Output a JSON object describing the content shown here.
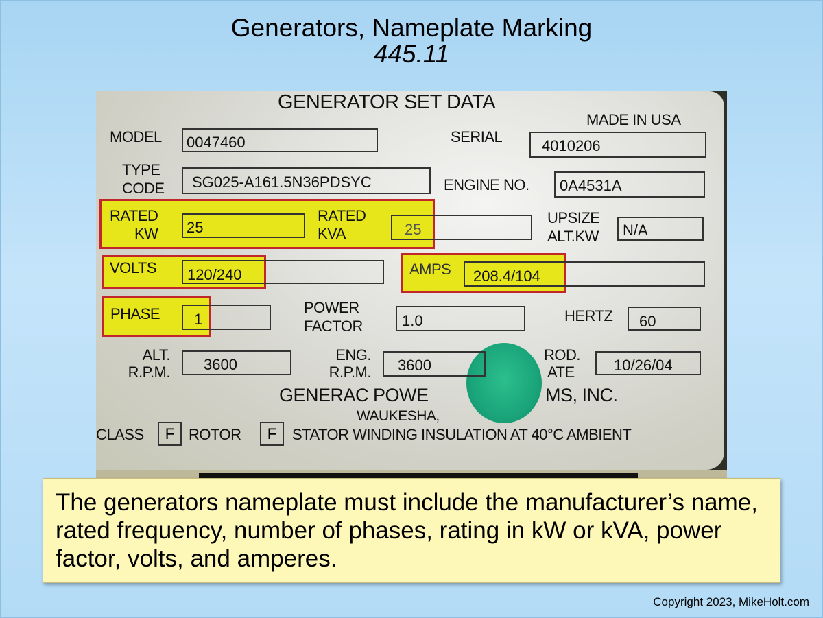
{
  "slide": {
    "title": "Generators, Nameplate Marking",
    "subtitle": "445.11",
    "caption": "The generators nameplate must include the manufacturer’s name, rated frequency, number of phases, rating in kW or kVA, power factor, volts, and amperes.",
    "copyright": "Copyright 2023, MikeHolt.com"
  },
  "nameplate": {
    "heading": "GENERATOR SET DATA",
    "made_in": "MADE IN USA",
    "model_label": "MODEL",
    "model": "0047460",
    "serial_label": "SERIAL",
    "serial": "4010206",
    "type_label_1": "TYPE",
    "type_label_2": "CODE",
    "type_code": "SG025-A161.5N36PDSYC",
    "engine_label": "ENGINE NO.",
    "engine_no": "0A4531A",
    "rated_kw_label_1": "RATED",
    "rated_kw_label_2": "KW",
    "rated_kw": "25",
    "rated_kva_label_1": "RATED",
    "rated_kva_label_2": "KVA",
    "rated_kva": "25",
    "upsize_label_1": "UPSIZE",
    "upsize_label_2": "ALT.KW",
    "upsize": "N/A",
    "volts_label": "VOLTS",
    "volts": "120/240",
    "amps_label": "AMPS",
    "amps": "208.4/104",
    "phase_label": "PHASE",
    "phase": "1",
    "pf_label_1": "POWER",
    "pf_label_2": "FACTOR",
    "power_factor": "1.0",
    "hertz_label": "HERTZ",
    "hertz": "60",
    "alt_rpm_label_1": "ALT.",
    "alt_rpm_label_2": "R.P.M.",
    "alt_rpm": "3600",
    "eng_rpm_label_1": "ENG.",
    "eng_rpm_label_2": "R.P.M.",
    "eng_rpm": "3600",
    "prod_label_1": "ROD.",
    "prod_label_2": "ATE",
    "prod_date": "10/26/04",
    "maker_left": "GENERAC POWE",
    "maker_right": "MS, INC.",
    "city": "WAUKESHA,",
    "class_label": "CLASS",
    "class_value": "F",
    "rotor_label": "ROTOR",
    "rotor_value": "F",
    "stator_text": "STATOR WINDING INSULATION AT 40°C AMBIENT",
    "highlight_color": "#e6e61a",
    "highlight_border": "#c0262a",
    "sticker_color": "#1aa57a"
  }
}
